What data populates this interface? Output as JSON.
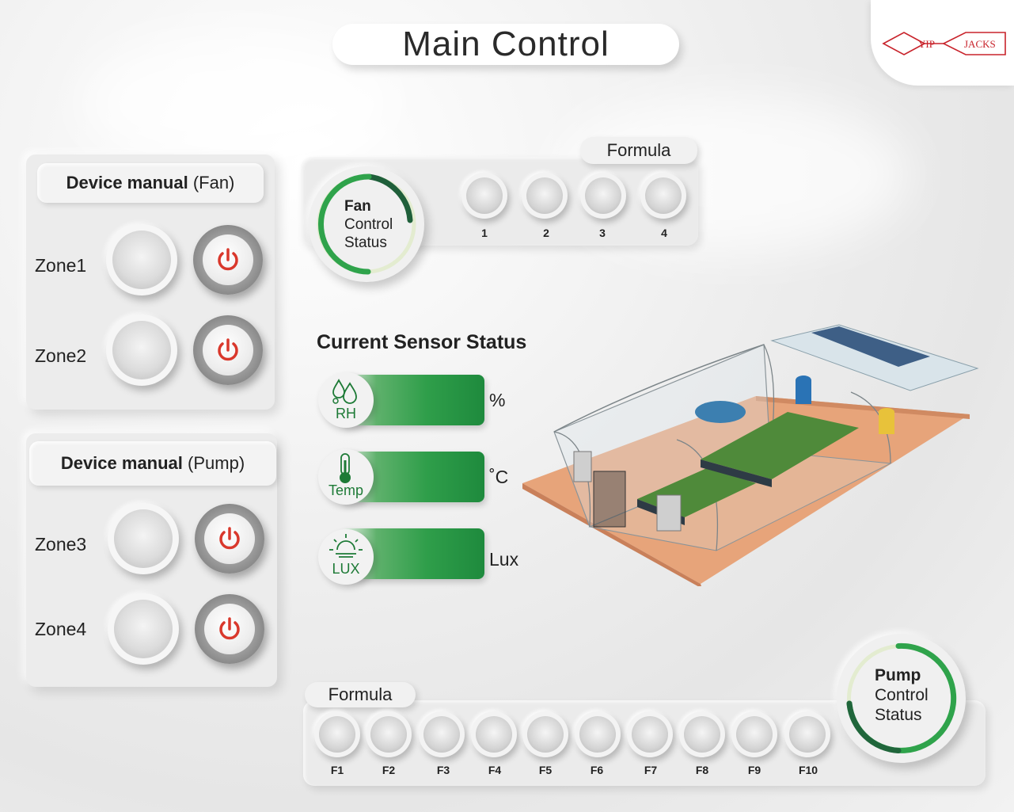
{
  "title": "Main Control",
  "logo": {
    "left_text": "YIP",
    "right_text": "JACKS",
    "color": "#c8232b"
  },
  "fan_panel": {
    "heading_bold": "Device manual",
    "heading_rest": "(Fan)",
    "zones": [
      {
        "label": "Zone1"
      },
      {
        "label": "Zone2"
      }
    ]
  },
  "pump_panel": {
    "heading_bold": "Device manual",
    "heading_rest": "(Pump)",
    "zones": [
      {
        "label": "Zone3"
      },
      {
        "label": "Zone4"
      }
    ]
  },
  "fan_status": {
    "line1": "Fan",
    "line2": "Control",
    "line3": "Status"
  },
  "formula_top": {
    "tab": "Formula",
    "buttons": [
      "1",
      "2",
      "3",
      "4"
    ]
  },
  "sensors": {
    "title": "Current Sensor Status",
    "items": [
      {
        "icon": "droplets-icon",
        "label": "RH",
        "unit": "%"
      },
      {
        "icon": "thermometer-icon",
        "label": "Temp",
        "unit": "˚C"
      },
      {
        "icon": "sun-icon",
        "label": "LUX",
        "unit": "Lux"
      }
    ]
  },
  "formula_bottom": {
    "tab": "Formula",
    "buttons": [
      "F1",
      "F2",
      "F3",
      "F4",
      "F5",
      "F6",
      "F7",
      "F8",
      "F9",
      "F10"
    ]
  },
  "pump_status": {
    "line1": "Pump",
    "line2": "Control",
    "line3": "Status"
  },
  "colors": {
    "accent_green": "#2f9e4a",
    "power_red": "#d9382c"
  }
}
